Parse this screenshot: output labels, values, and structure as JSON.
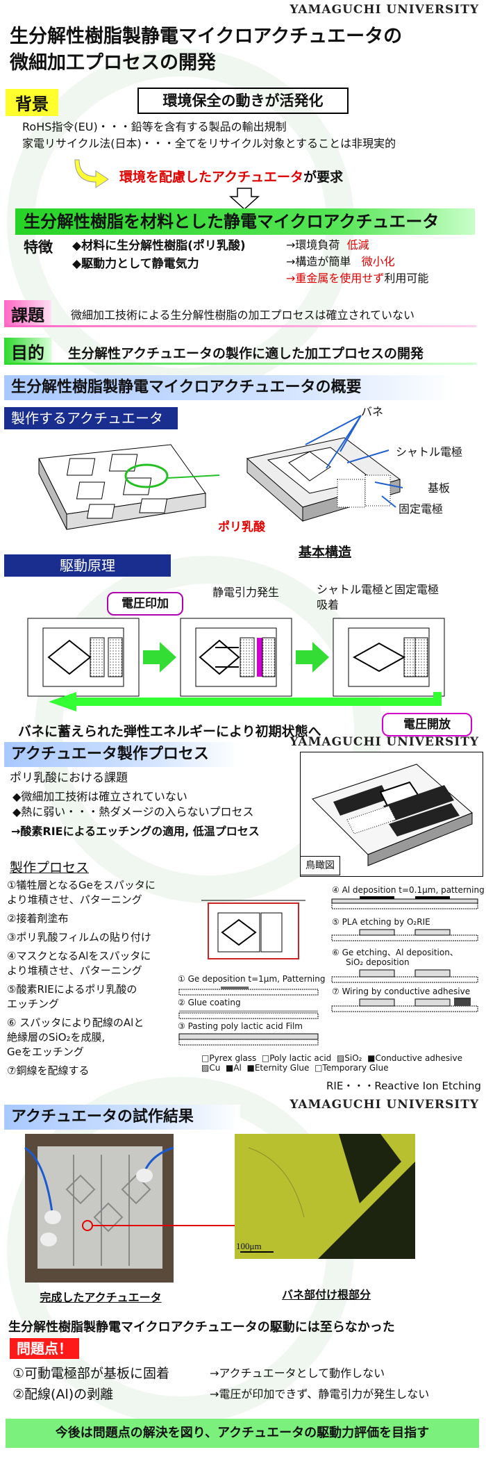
{
  "university": "YAMAGUCHI UNIVERSITY",
  "title_line1": "生分解性樹脂製静電マイクロアクチュエータの",
  "title_line2": "微細加工プロセスの開発",
  "background": {
    "tag": "背景",
    "box": "環境保全の動きが活発化",
    "line1": "RoHS指令(EU)・・・鉛等を含有する製品の輸出規制",
    "line2": "家電リサイクル法(日本)・・・全てをリサイクル対象とすることは非現実的",
    "demand_red": "環境を配慮したアクチュエータ",
    "demand_rest": "が要求"
  },
  "main_banner": "生分解性樹脂を材料とした静電マイクロアクチュエータ",
  "features": {
    "tag": "特徴",
    "item1": "◆材料に生分解性樹脂(ポリ乳酸)",
    "item2": "◆駆動力として静電気力",
    "r1_a": "→環境負荷",
    "r1_b": "低減",
    "r2_a": "→構造が簡単",
    "r2_b": "微小化",
    "r3_a": "→重金属を使用せず",
    "r3_b": "利用可能"
  },
  "problem": {
    "tag": "課題",
    "text": "微細加工技術による生分解性樹脂の加工プロセスは確立されていない"
  },
  "purpose": {
    "tag": "目的",
    "text": "生分解性アクチュエータの製作に適した加工プロセスの開発"
  },
  "overview": {
    "header": "生分解性樹脂製静電マイクロアクチュエータの概要",
    "sub1": "製作するアクチュエータ",
    "label_spring": "バネ",
    "label_shuttle": "シャトル電極",
    "label_substrate": "基板",
    "label_fixed": "固定電極",
    "label_pla": "ポリ乳酸",
    "basic": "基本構造",
    "sub2": "駆動原理",
    "voltage_on": "電圧印加",
    "electrostatic": "静電引力発生",
    "attract_1": "シャトル電極と固定電極",
    "attract_2": "吸着",
    "voltage_off": "電圧開放",
    "return_text": "バネに蓄えられた弾性エネルギーにより初期状態へ"
  },
  "process": {
    "header": "アクチュエータ製作プロセス",
    "issue_title": "ポリ乳酸における課題",
    "issue1": "◆微細加工技術は確立されていない",
    "issue2": "◆熱に弱い・・・熱ダメージの入らないプロセス",
    "issue_concl": "→酸素RIEによるエッチングの適用, 低温プロセス",
    "birdseye": "鳥瞰図",
    "steps_title": "製作プロセス",
    "step1a": "①犠牲層となるGeをスパッタに",
    "step1b": "より堆積させ、パターニング",
    "step2": "②接着剤塗布",
    "step3": "③ポリ乳酸フィルムの貼り付け",
    "step4a": "④マスクとなるAlをスパッタに",
    "step4b": "より堆積させ、パターニング",
    "step5a": "⑤酸素RIEによるポリ乳酸の",
    "step5b": "エッチング",
    "step6a": "⑥ スパッタにより配線のAlと",
    "step6b": "絶縁層のSiO₂を成膜,",
    "step6c": "Geをエッチング",
    "step7": "⑦銅線を配線する",
    "d1": "① Ge deposition  t=1μm, Patterning",
    "d2": "② Glue coating",
    "d3": "③ Pasting poly lactic acid Film",
    "d4": "④ Al deposition  t=0.1μm, patterning",
    "d5": "⑤ PLA etching by O₂RIE",
    "d6a": "⑥ Ge etching、Al deposition、",
    "d6b": "SiO₂ deposition",
    "d7": "⑦ Wiring by conductive adhesive",
    "leg_pyrex": "Pyrex glass",
    "leg_pla": "Poly lactic acid",
    "leg_sio2": "SiO₂",
    "leg_cond": "Conductive adhesive",
    "leg_cu": "Cu",
    "leg_al": "Al",
    "leg_eternity": "Eternity Glue",
    "leg_temp": "Temporary Glue",
    "rie": "RIE・・・Reactive Ion Etching"
  },
  "results": {
    "header": "アクチュエータの試作結果",
    "scale": "100μm",
    "cap1": "完成したアクチュエータ",
    "cap2": "バネ部付け根部分",
    "summary": "生分解性樹脂製静電マイクロアクチュエータの駆動には至らなかった",
    "problems_tag": "問題点！",
    "p1": "①可動電極部が基板に固着",
    "p1r": "→アクチュエータとして動作しない",
    "p2": "②配線(Al)の剥離",
    "p2r": "→電圧が印加できず、静電引力が発生しない",
    "future": "今後は問題点の解決を図り、アクチュエータの駆動力評価を目指す"
  },
  "colors": {
    "accent_green": "#2ed82e",
    "accent_pink": "#ff66c4",
    "navy": "#1a2e8f",
    "red": "#e00000"
  }
}
